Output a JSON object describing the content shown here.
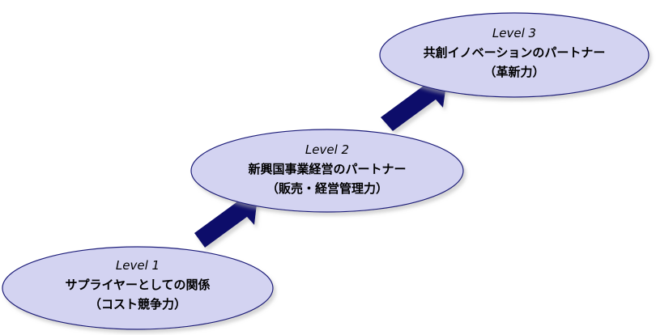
{
  "colors": {
    "ellipse_fill": "#d3d3f1",
    "ellipse_stroke": "#1f1f7a",
    "arrow_fill": "#0a0a6b",
    "shadow": "#b0b0b0"
  },
  "levels": [
    {
      "level": "Level 1",
      "title": "サプライヤーとしての関係",
      "subtitle": "（コスト競争力）"
    },
    {
      "level": "Level 2",
      "title": "新興国事業経営のパートナー",
      "subtitle": "（販売・経営管理力）"
    },
    {
      "level": "Level 3",
      "title": "共創イノベーションのパートナー",
      "subtitle": "（革新力）"
    }
  ]
}
